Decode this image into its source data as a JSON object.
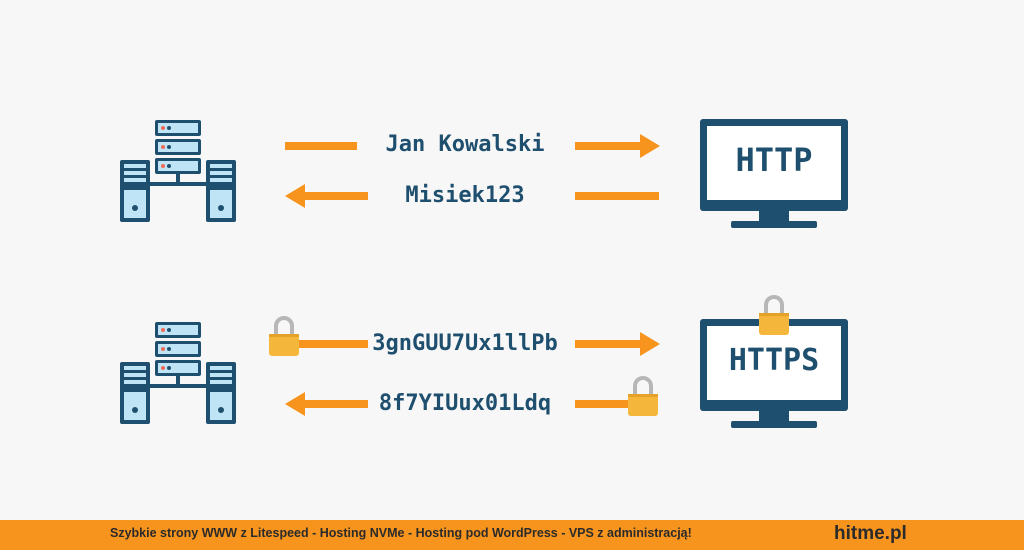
{
  "http_row": {
    "forward_text": "Jan Kowalski",
    "back_text": "Misiek123",
    "screen_label": "HTTP"
  },
  "https_row": {
    "forward_text": "3gnGUU7Ux1llPb",
    "back_text": "8f7YIUux01Ldq",
    "screen_label": "HTTPS"
  },
  "footer": {
    "tagline": "Szybkie strony WWW z Litespeed - Hosting  NVMe - Hosting pod WordPress - VPS z administracją!",
    "brand": "hitme.pl"
  },
  "colors": {
    "navy": "#1e4f6e",
    "light_blue": "#bfe4f5",
    "orange": "#f7941d",
    "lock_gold": "#f5b63c",
    "lock_shackle": "#b7b7b7",
    "background": "#f7f7f7"
  },
  "icons": [
    "server-icon",
    "monitor-icon",
    "padlock-icon",
    "arrow-right-icon",
    "arrow-left-icon"
  ]
}
